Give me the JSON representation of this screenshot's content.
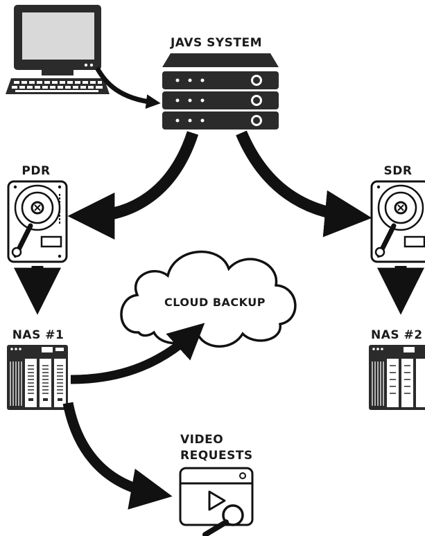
{
  "labels": {
    "system": "JAVS SYSTEM",
    "pdr": "PDR",
    "sdr": "SDR",
    "nas1": "NAS #1",
    "nas2": "NAS #2",
    "cloud": "CLOUD BACKUP",
    "video_line1": "VIDEO",
    "video_line2": "REQUESTS"
  },
  "colors": {
    "ink": "#1a1a1a",
    "dark": "#333333",
    "screen": "#d9d9d9",
    "white": "#ffffff"
  }
}
